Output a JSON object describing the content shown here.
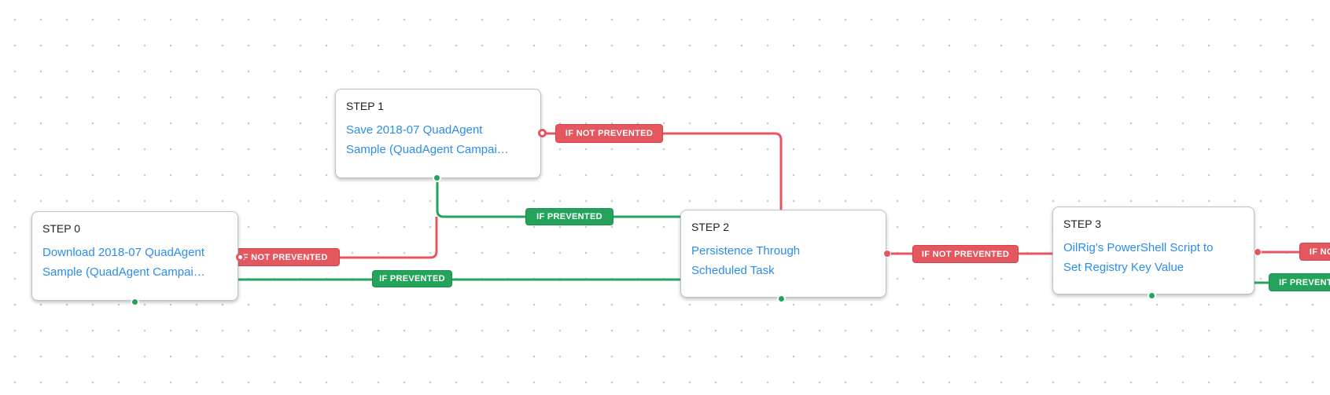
{
  "diagram": {
    "edge_labels": {
      "not_prevented": "IF NOT PREVENTED",
      "prevented": "IF PREVENTED"
    },
    "steps": [
      {
        "title": "STEP 0",
        "line1": "Download 2018-07 QuadAgent",
        "line2": "Sample (QuadAgent Campai…"
      },
      {
        "title": "STEP 1",
        "line1": "Save 2018-07 QuadAgent",
        "line2": "Sample (QuadAgent Campai…"
      },
      {
        "title": "STEP 2",
        "line1": "Persistence Through",
        "line2": "Scheduled Task"
      },
      {
        "title": "STEP 3",
        "line1": "OilRig's PowerShell Script to",
        "line2": "Set Registry Key Value"
      }
    ],
    "colors": {
      "red": "#e4575f",
      "green": "#24a45b",
      "link_blue": "#2b8de9",
      "title_text": "#1d2125",
      "box_border": "#bcc2c8",
      "grid_dot": "#c8cbce"
    }
  }
}
